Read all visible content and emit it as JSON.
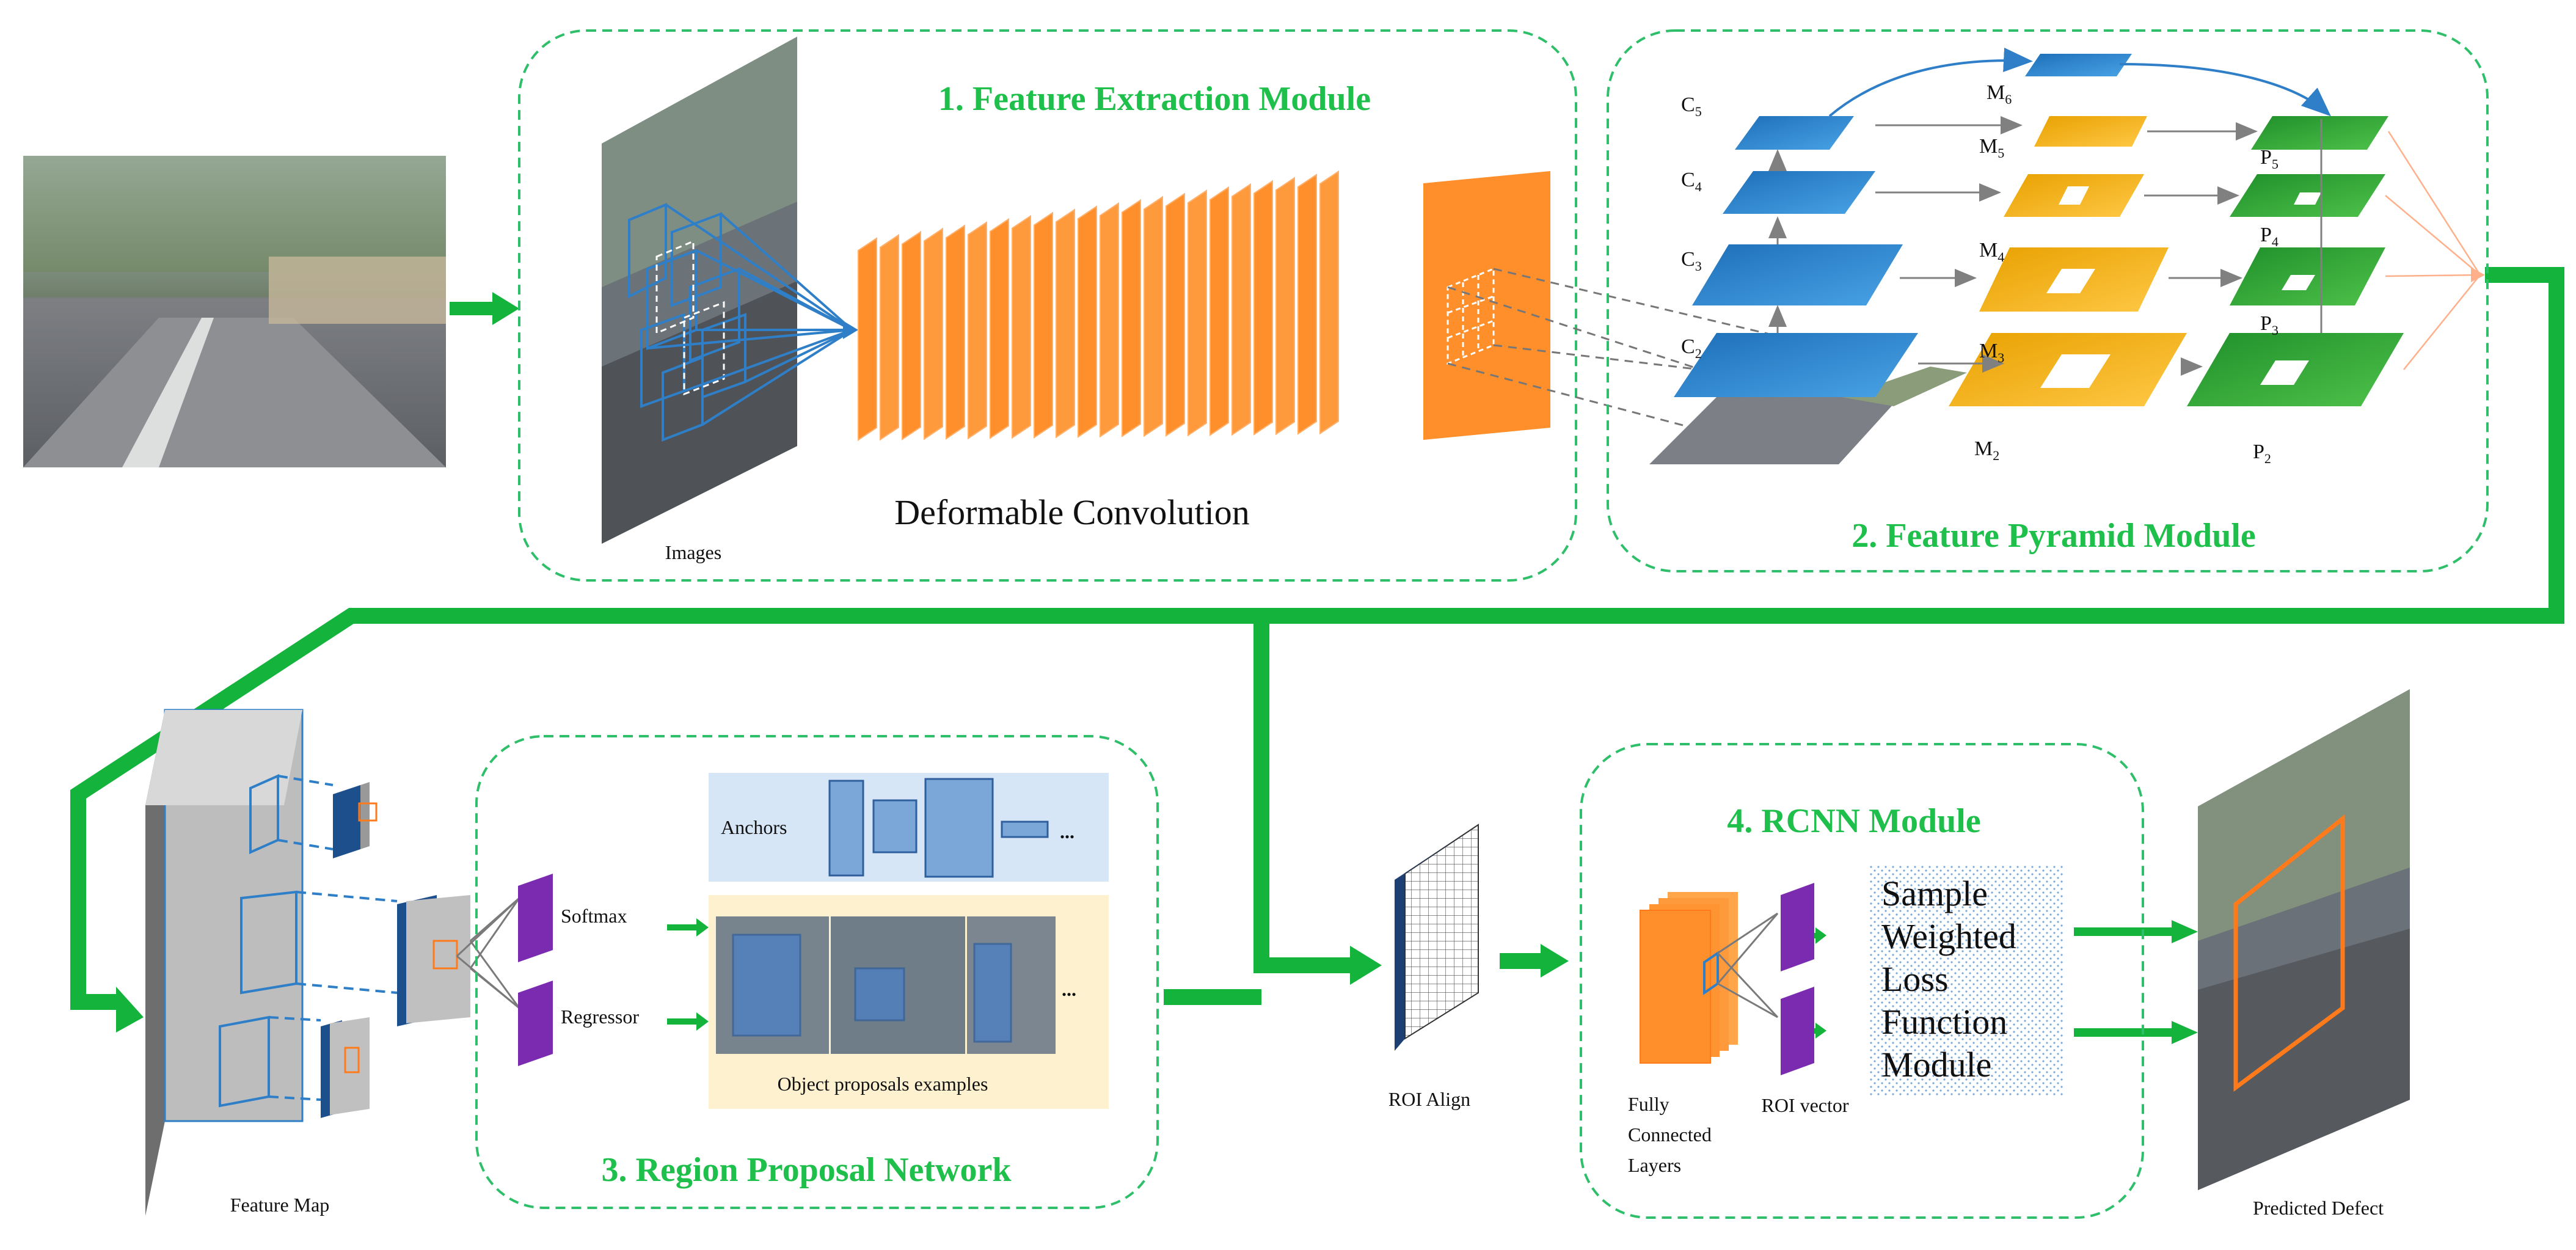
{
  "modules": {
    "feature_extraction": "1. Feature Extraction Module",
    "feature_pyramid": "2. Feature Pyramid Module",
    "region_proposal": "3. Region Proposal Network",
    "rcnn": "4. RCNN Module"
  },
  "labels": {
    "images": "Images",
    "deformable_convolution": "Deformable Convolution",
    "feature_map": "Feature Map",
    "anchors": "Anchors",
    "anchors_ellipsis": "...",
    "softmax": "Softmax",
    "regressor": "Regressor",
    "object_proposals": "Object proposals examples",
    "proposals_ellipsis": "...",
    "roi_align": "ROI Align",
    "fully_connected_1": "Fully",
    "fully_connected_2": "Connected",
    "fully_connected_3": "Layers",
    "roi_vector": "ROI vector",
    "predicted_defect": "Predicted Defect"
  },
  "pyramid": {
    "c": [
      {
        "base": "C",
        "sub": "5"
      },
      {
        "base": "C",
        "sub": "4"
      },
      {
        "base": "C",
        "sub": "3"
      },
      {
        "base": "C",
        "sub": "2"
      }
    ],
    "m": [
      {
        "base": "M",
        "sub": "6"
      },
      {
        "base": "M",
        "sub": "5"
      },
      {
        "base": "M",
        "sub": "4"
      },
      {
        "base": "M",
        "sub": "3"
      },
      {
        "base": "M",
        "sub": "2"
      }
    ],
    "p": [
      {
        "base": "P",
        "sub": "5"
      },
      {
        "base": "P",
        "sub": "4"
      },
      {
        "base": "P",
        "sub": "3"
      },
      {
        "base": "P",
        "sub": "2"
      }
    ]
  },
  "loss_box": [
    "Sample",
    "Weighted",
    "Loss",
    "Function",
    "Module"
  ],
  "colors": {
    "green_flow": "#14b33c",
    "module_border": "#2fbf6a",
    "module_title": "#1fbf4c",
    "orange": "#ff9933",
    "blue": "#2f7fc8",
    "purple": "#7a2bb0",
    "anchors_bg": "#d7e6f6",
    "proposals_bg": "#fdf1cf"
  }
}
